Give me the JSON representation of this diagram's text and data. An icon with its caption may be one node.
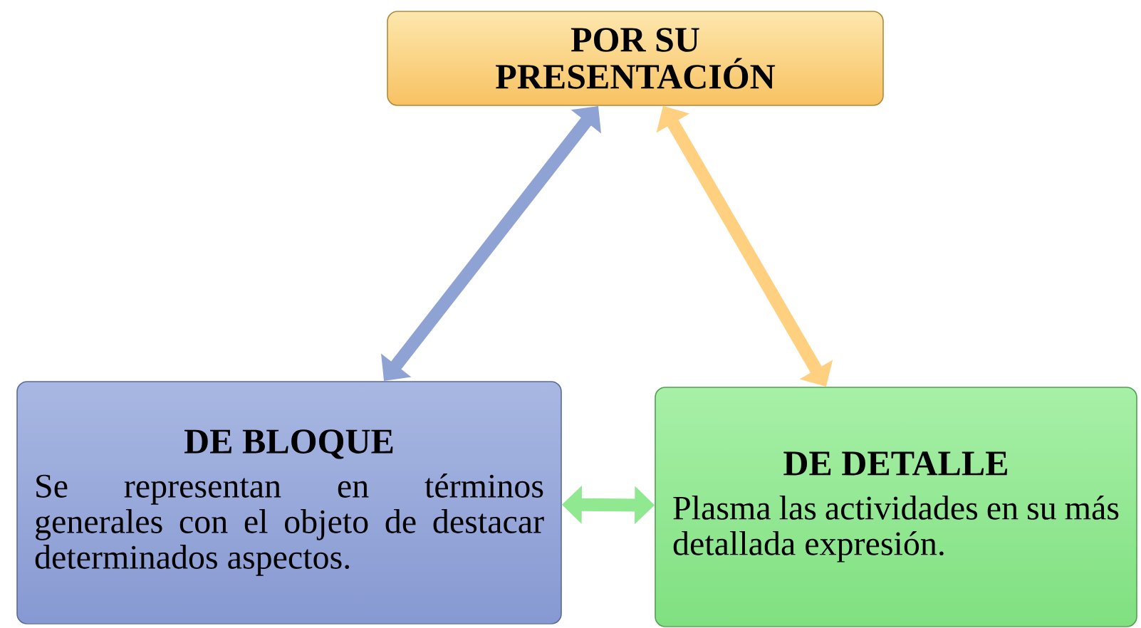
{
  "diagram": {
    "nodes": [
      {
        "text": [
          "POR SU PRESENTACIÓN"
        ]
      },
      {
        "text": [
          "DE BLOQUE",
          "Se representan en términos generales con el objeto de destacar determinados aspectos."
        ]
      },
      {
        "text": [
          "DE DETALLE",
          "Plasma las actividades en su más detallada expresión."
        ]
      }
    ],
    "edges": [
      {
        "from": 0,
        "to": 1,
        "arrow": "both",
        "color": "#8fa2d4"
      },
      {
        "from": 0,
        "to": 2,
        "arrow": "both",
        "color": "#ffd080"
      },
      {
        "from": 1,
        "to": 2,
        "arrow": "both",
        "color": "#90e890"
      }
    ]
  }
}
